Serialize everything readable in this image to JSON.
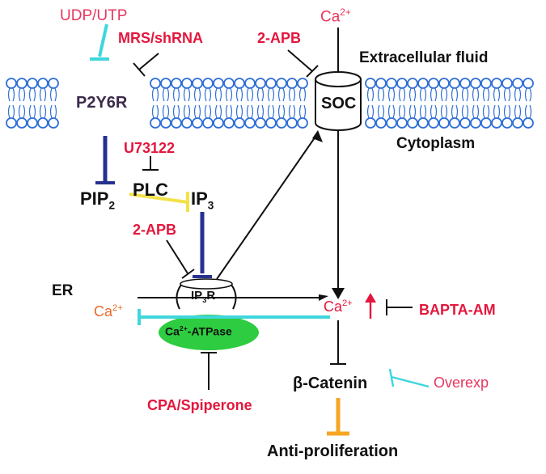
{
  "colors": {
    "inhibitor_red": "#e3173d",
    "ligand_pink": "#e8365d",
    "membrane_blue": "#2f6fd6",
    "arrow_navy": "#26318f",
    "arrow_yellow": "#f2e24a",
    "arrow_cyan": "#3fd6dc",
    "arrow_orange": "#f5a623",
    "atpase_green": "#2ecc40"
  },
  "labels": {
    "udp_utp": "UDP/UTP",
    "mrs_shrna": "MRS/shRNA",
    "apb_top": "2-APB",
    "ca_top": "Ca",
    "ca_top_sup": "2+",
    "extracellular": "Extracellular fluid",
    "p2y6r": "P2Y6R",
    "soc": "SOC",
    "u73122": "U73122",
    "cytoplasm": "Cytoplasm",
    "pip": "PIP",
    "pip_sub": "2",
    "plc": "PLC",
    "ip": "IP",
    "ip_sub": "3",
    "apb_mid": "2-APB",
    "er": "ER",
    "ip3r": "IP",
    "ip3r_sub": "3",
    "ip3r_tail": "R",
    "ca_er": "Ca",
    "ca_er_sup": "2+",
    "ca_cyto": "Ca",
    "ca_cyto_sup": "2+",
    "ca_cyto_arrow": "↑",
    "bapta": "BAPTA-AM",
    "atpase": "Ca",
    "atpase_sup": "2+",
    "atpase_tail": "-ATPase",
    "beta_catenin": "β-Catenin",
    "overexp": "Overexp",
    "cpa": "CPA/Spiperone",
    "anti": "Anti-proliferation"
  }
}
